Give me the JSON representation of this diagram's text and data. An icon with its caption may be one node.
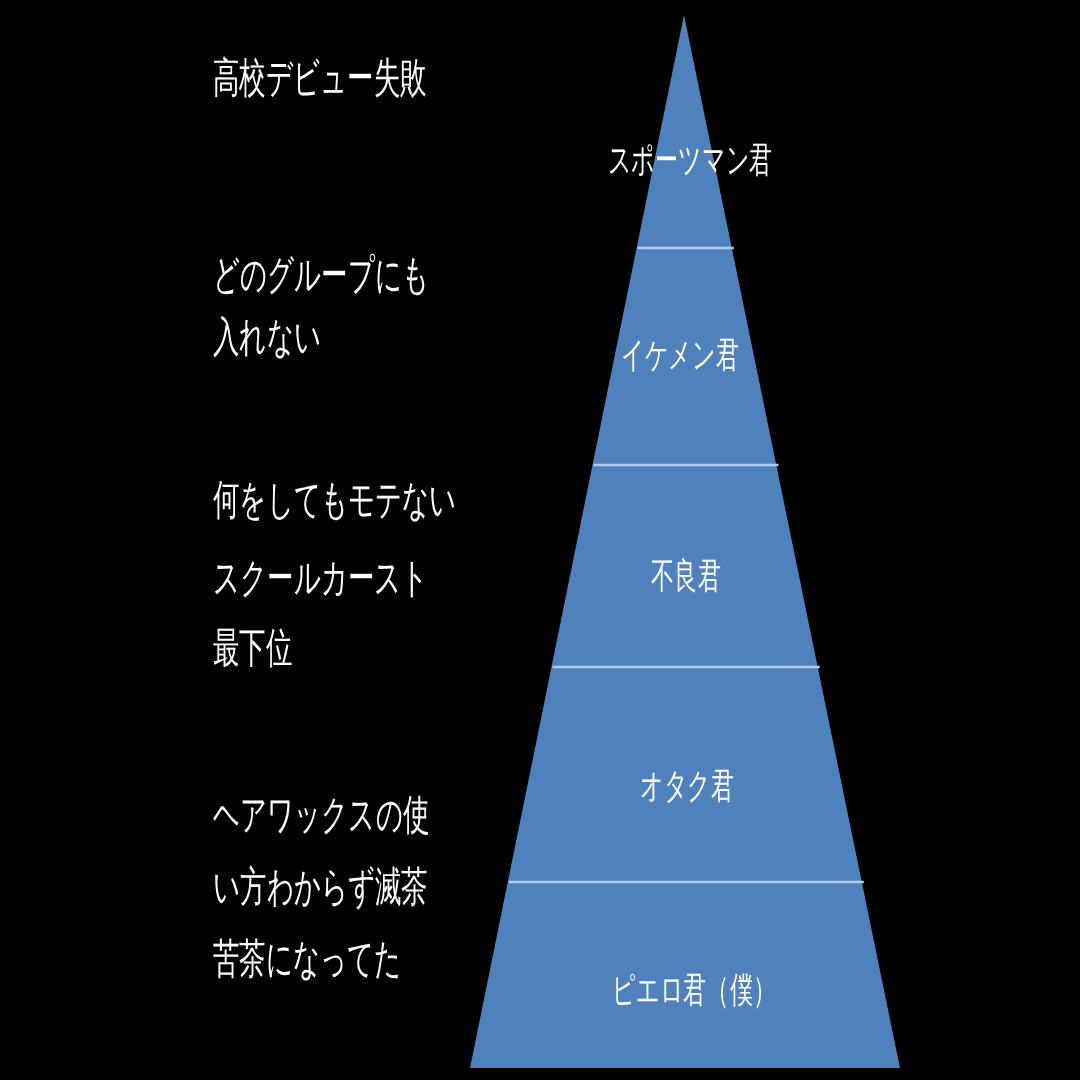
{
  "diagram": {
    "nodes": [
      {
        "text": [
          "スポーツマン君"
        ]
      },
      {
        "text": [
          "イケメン君"
        ]
      },
      {
        "text": [
          "不良君"
        ]
      },
      {
        "text": [
          "オタク君"
        ]
      },
      {
        "text": [
          "ピエロ君（僕）"
        ]
      }
    ],
    "labels": [
      "高校デビュー失敗",
      "どのグループにも入れない",
      "何をしてもモテない",
      "スクールカースト最下位",
      "ヘアワックスの使い方わからず滅茶苦茶になってた"
    ]
  }
}
